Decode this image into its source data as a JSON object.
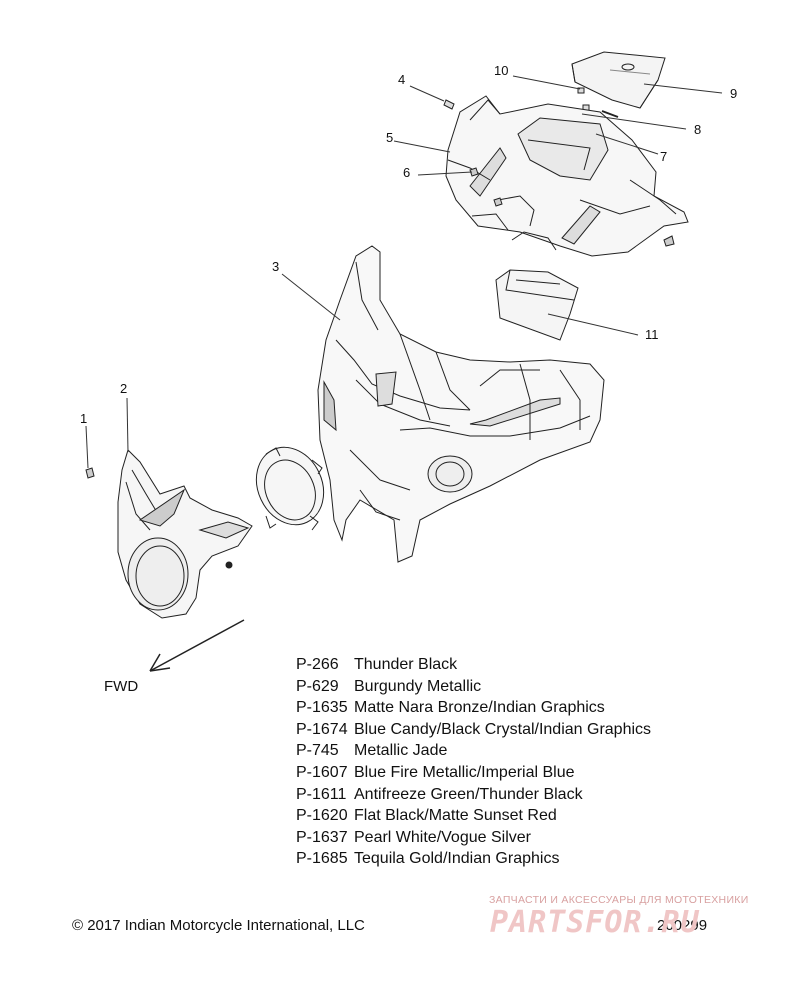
{
  "callouts": {
    "c1": "1",
    "c2": "2",
    "c3": "3",
    "c4": "4",
    "c5": "5",
    "c6": "6",
    "c7": "7",
    "c8": "8",
    "c9": "9",
    "c10": "10",
    "c11": "11"
  },
  "fwd_label": "FWD",
  "color_options": [
    {
      "code": "P-266",
      "name": "Thunder Black"
    },
    {
      "code": "P-629",
      "name": "Burgundy Metallic"
    },
    {
      "code": "P-1635",
      "name": "Matte Nara Bronze/Indian Graphics"
    },
    {
      "code": "P-1674",
      "name": "Blue Candy/Black Crystal/Indian Graphics"
    },
    {
      "code": "P-745",
      "name": "Metallic Jade"
    },
    {
      "code": "P-1607",
      "name": "Blue Fire Metallic/Imperial Blue"
    },
    {
      "code": "P-1611",
      "name": "Antifreeze Green/Thunder Black"
    },
    {
      "code": "P-1620",
      "name": "Flat Black/Matte Sunset Red"
    },
    {
      "code": "P-1637",
      "name": "Pearl White/Vogue Silver"
    },
    {
      "code": "P-1685",
      "name": "Tequila Gold/Indian Graphics"
    }
  ],
  "copyright": "© 2017 Indian Motorcycle International, LLC",
  "doc_number": "200299",
  "watermark": {
    "tagline": "ЗАПЧАСТИ И АКСЕССУАРЫ ДЛЯ МОТОТЕХНИКИ",
    "logo": "PARTSFOR.RU"
  }
}
